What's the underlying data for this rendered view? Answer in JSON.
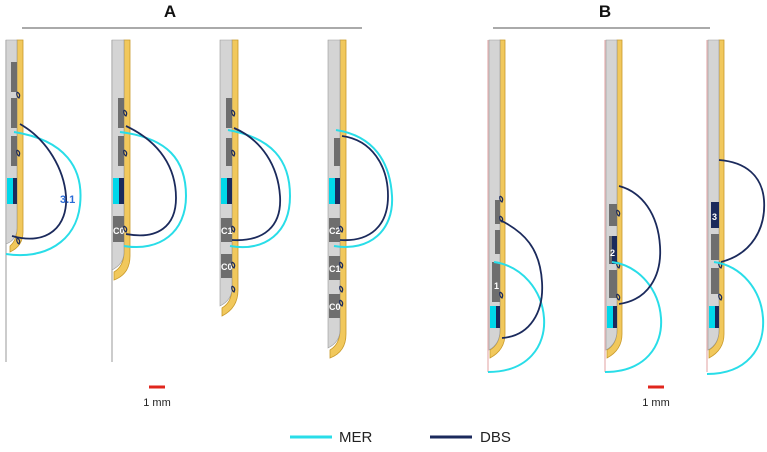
{
  "panels": {
    "a": {
      "label": "A"
    },
    "b": {
      "label": "B"
    }
  },
  "annotations": {
    "vtr_value": "3.1"
  },
  "contact_labels": {
    "a2": [
      "C0"
    ],
    "a3": [
      "C1",
      "C0"
    ],
    "a4": [
      "C2",
      "C1",
      "C0"
    ],
    "b1": [
      "1"
    ],
    "b2": [
      "2"
    ],
    "b3": [
      "3"
    ]
  },
  "scale_bars": [
    {
      "label": "1 mm"
    },
    {
      "label": "1 mm"
    }
  ],
  "legend": [
    {
      "label": "MER",
      "color": "#29dde8"
    },
    {
      "label": "DBS",
      "color": "#1b2a5c"
    }
  ],
  "colors": {
    "lead_body": "#d4d4d4",
    "lead_edge": "#9a9a9a",
    "shell": "#f1c85c",
    "shell_edge": "#c99a2a",
    "contact": "#6e6e6e",
    "mer": "#29dde8",
    "dbs": "#1b2a5c",
    "scale": "#e0261d"
  }
}
